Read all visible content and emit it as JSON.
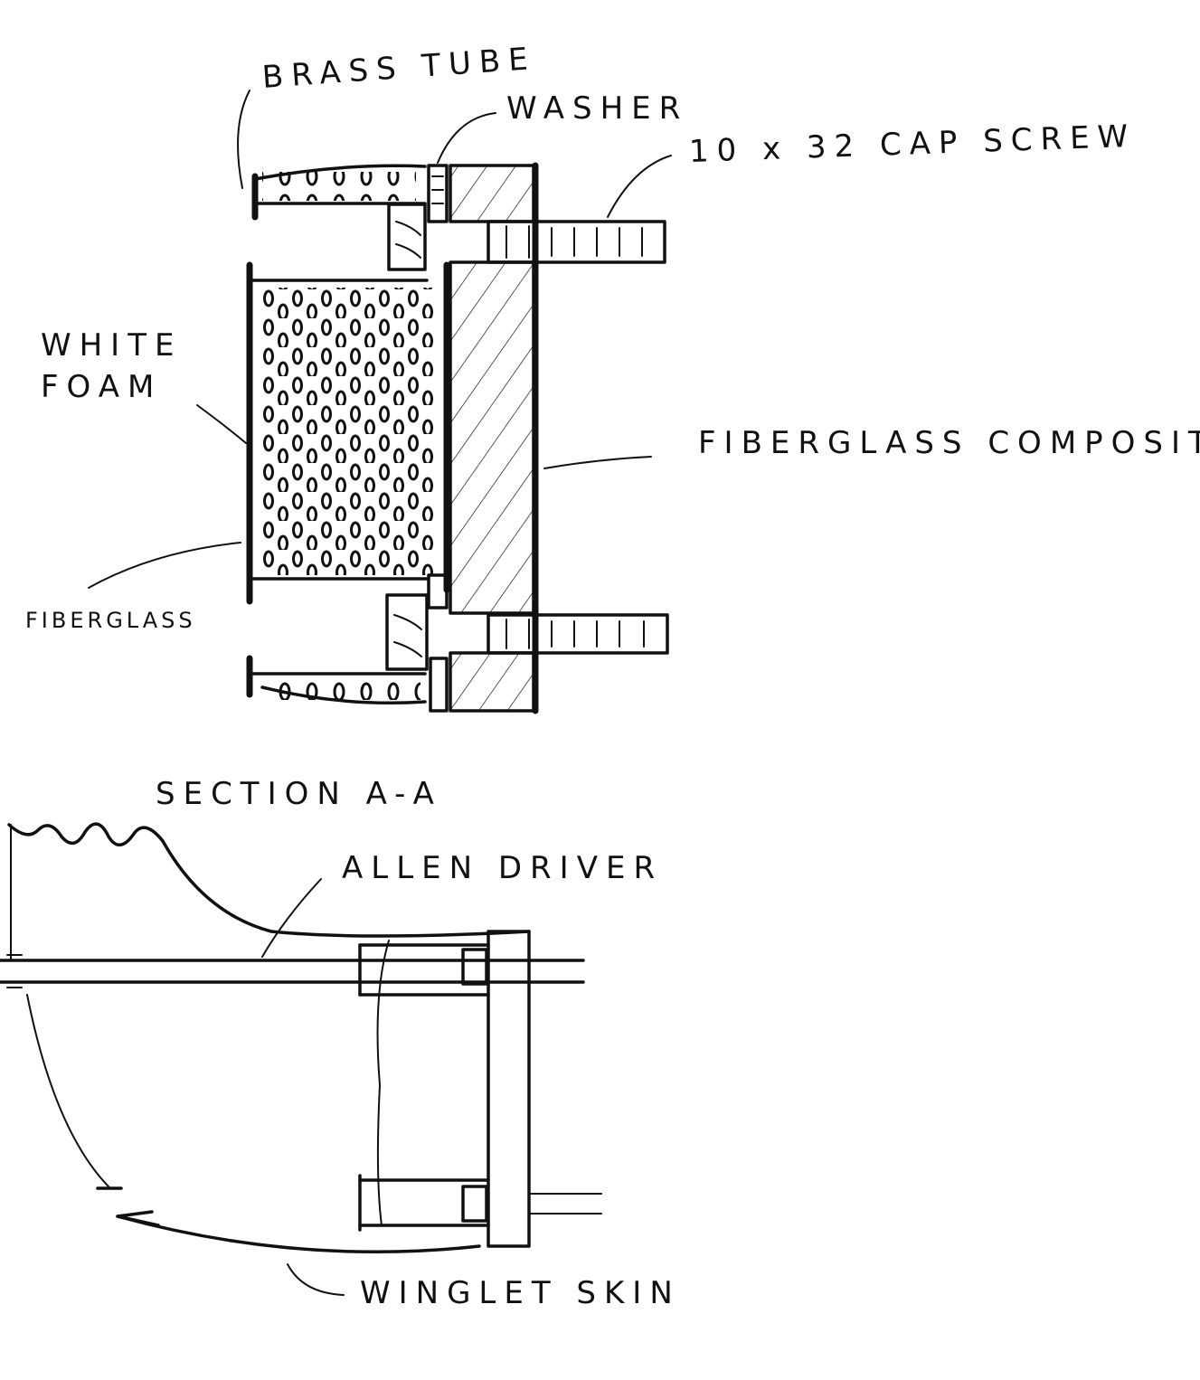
{
  "top_view": {
    "labels": {
      "brass_tube": "BRASS TUBE",
      "washer": "WASHER",
      "cap_screw": "10 x 32 CAP SCREW",
      "white_foam_line1": "WHITE",
      "white_foam_line2": "FOAM",
      "fiberglass_composite": "FIBERGLASS COMPOSITE",
      "fiberglass": "FIBERGLASS"
    }
  },
  "section_view": {
    "labels": {
      "section_title": "SECTION A-A",
      "allen_driver": "ALLEN DRIVER",
      "winglet_skin": "WINGLET SKIN"
    }
  }
}
